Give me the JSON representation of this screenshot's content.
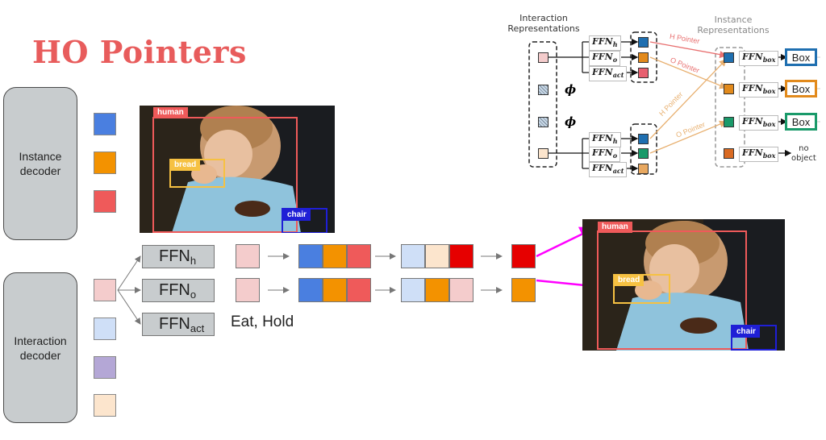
{
  "title": "HO Pointers",
  "instance_decoder": {
    "label_line1": "Instance",
    "label_line2": "decoder"
  },
  "interaction_decoder": {
    "label_line1": "Interaction",
    "label_line2": "decoder"
  },
  "ffn": [
    {
      "base": "FFN",
      "sub": "h"
    },
    {
      "base": "FFN",
      "sub": "o"
    },
    {
      "base": "FFN",
      "sub": "act"
    }
  ],
  "action_output": "Eat, Hold",
  "image_labels": {
    "human": "human",
    "bread": "bread",
    "chair": "chair"
  },
  "inset": {
    "interaction_title_line1": "Interaction",
    "interaction_title_line2": "Representations",
    "instance_title_line1": "Instance",
    "instance_title_line2": "Representations",
    "phi": "ϕ",
    "h_pointer": "H Pointer",
    "o_pointer": "O Pointer",
    "ffn_h": {
      "base": "FFN",
      "sub": "h"
    },
    "ffn_o": {
      "base": "FFN",
      "sub": "o"
    },
    "ffn_act": {
      "base": "FFN",
      "sub": "act"
    },
    "ffn_box": {
      "base": "FFN",
      "sub": "box"
    },
    "box_label": "Box",
    "no_object_line1": "no",
    "no_object_line2": "object"
  },
  "colors": {
    "blue": "#4a7fe0",
    "orange": "#f39200",
    "red": "#ef5a5a",
    "pink": "#f4cccc",
    "light_blue": "#cfdff7",
    "purple": "#b4a7d6",
    "peach": "#fce5cd",
    "bright_red": "#e60000",
    "magenta": "#ff00ff",
    "human_box": "#ef5a5a",
    "bread_box": "#f6c142",
    "chair_box": "#1f1fd6"
  }
}
